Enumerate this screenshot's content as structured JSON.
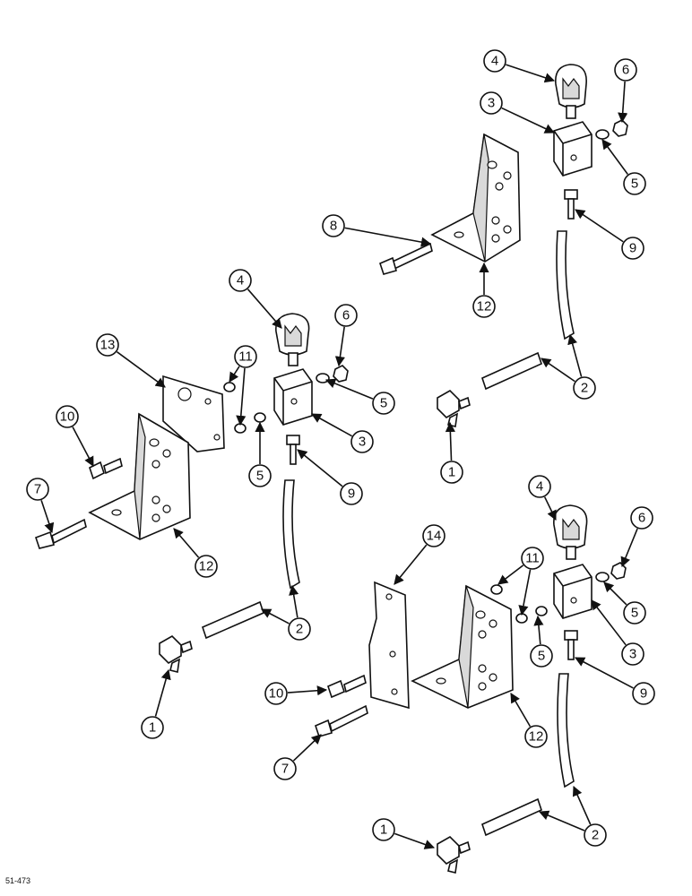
{
  "figure_code": "51-473",
  "callouts": [
    "4",
    "6",
    "3",
    "5",
    "8",
    "9",
    "12",
    "4",
    "6",
    "13",
    "11",
    "10",
    "5",
    "3",
    "7",
    "5",
    "9",
    "12",
    "2",
    "1",
    "2",
    "14",
    "11",
    "4",
    "6",
    "5",
    "3",
    "10",
    "5",
    "9",
    "7",
    "12",
    "1",
    "2",
    "1"
  ]
}
